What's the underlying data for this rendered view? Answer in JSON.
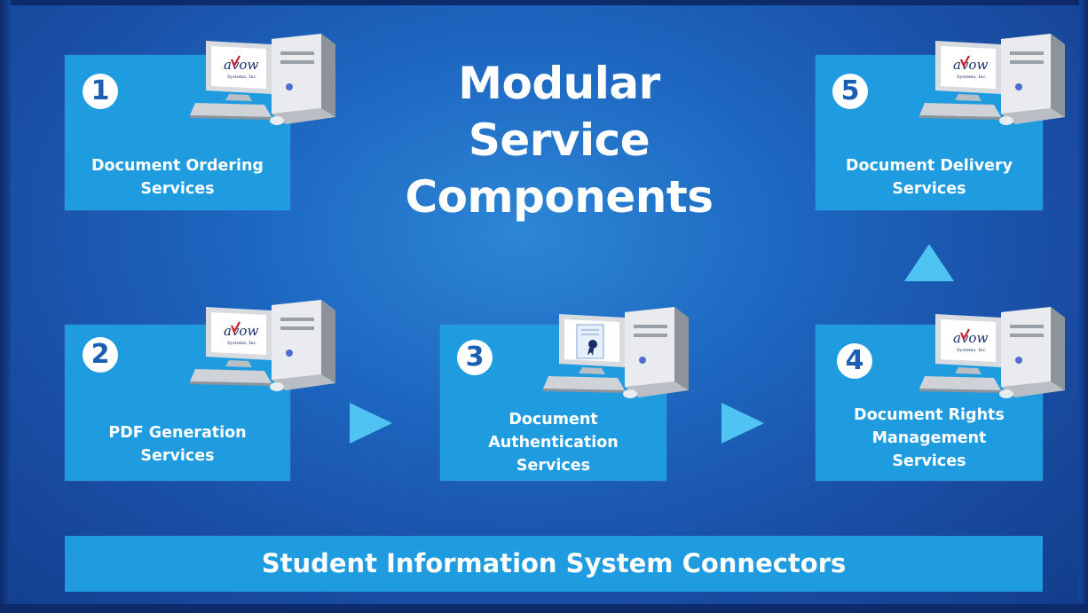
{
  "title": {
    "line1": "Modular",
    "line2": "Service",
    "line3": "Components"
  },
  "modules": [
    {
      "number": "1",
      "label_line1": "Document Ordering",
      "label_line2": "Services",
      "label_line3": "",
      "screen": "avow-logo"
    },
    {
      "number": "2",
      "label_line1": "PDF Generation",
      "label_line2": "Services",
      "label_line3": "",
      "screen": "avow-logo"
    },
    {
      "number": "3",
      "label_line1": "Document",
      "label_line2": "Authentication",
      "label_line3": "Services",
      "screen": "certificate"
    },
    {
      "number": "4",
      "label_line1": "Document Rights",
      "label_line2": "Management",
      "label_line3": "Services",
      "screen": "avow-logo"
    },
    {
      "number": "5",
      "label_line1": "Document Delivery",
      "label_line2": "Services",
      "label_line3": "",
      "screen": "avow-logo"
    }
  ],
  "screen_logo": {
    "brand": "avow",
    "tagline": "Systems, Inc."
  },
  "footer": {
    "label": "Student Information System Connectors"
  },
  "flow": [
    {
      "from": "2",
      "to": "3",
      "direction": "right"
    },
    {
      "from": "3",
      "to": "4",
      "direction": "right"
    },
    {
      "from": "4",
      "to": "5",
      "direction": "up"
    }
  ],
  "colors": {
    "background": "#1d66c0",
    "box": "#1f9be0",
    "arrow": "#4fc3f2",
    "text": "#ffffff",
    "number_text": "#1a5fb4",
    "brand_red": "#c8202a"
  }
}
